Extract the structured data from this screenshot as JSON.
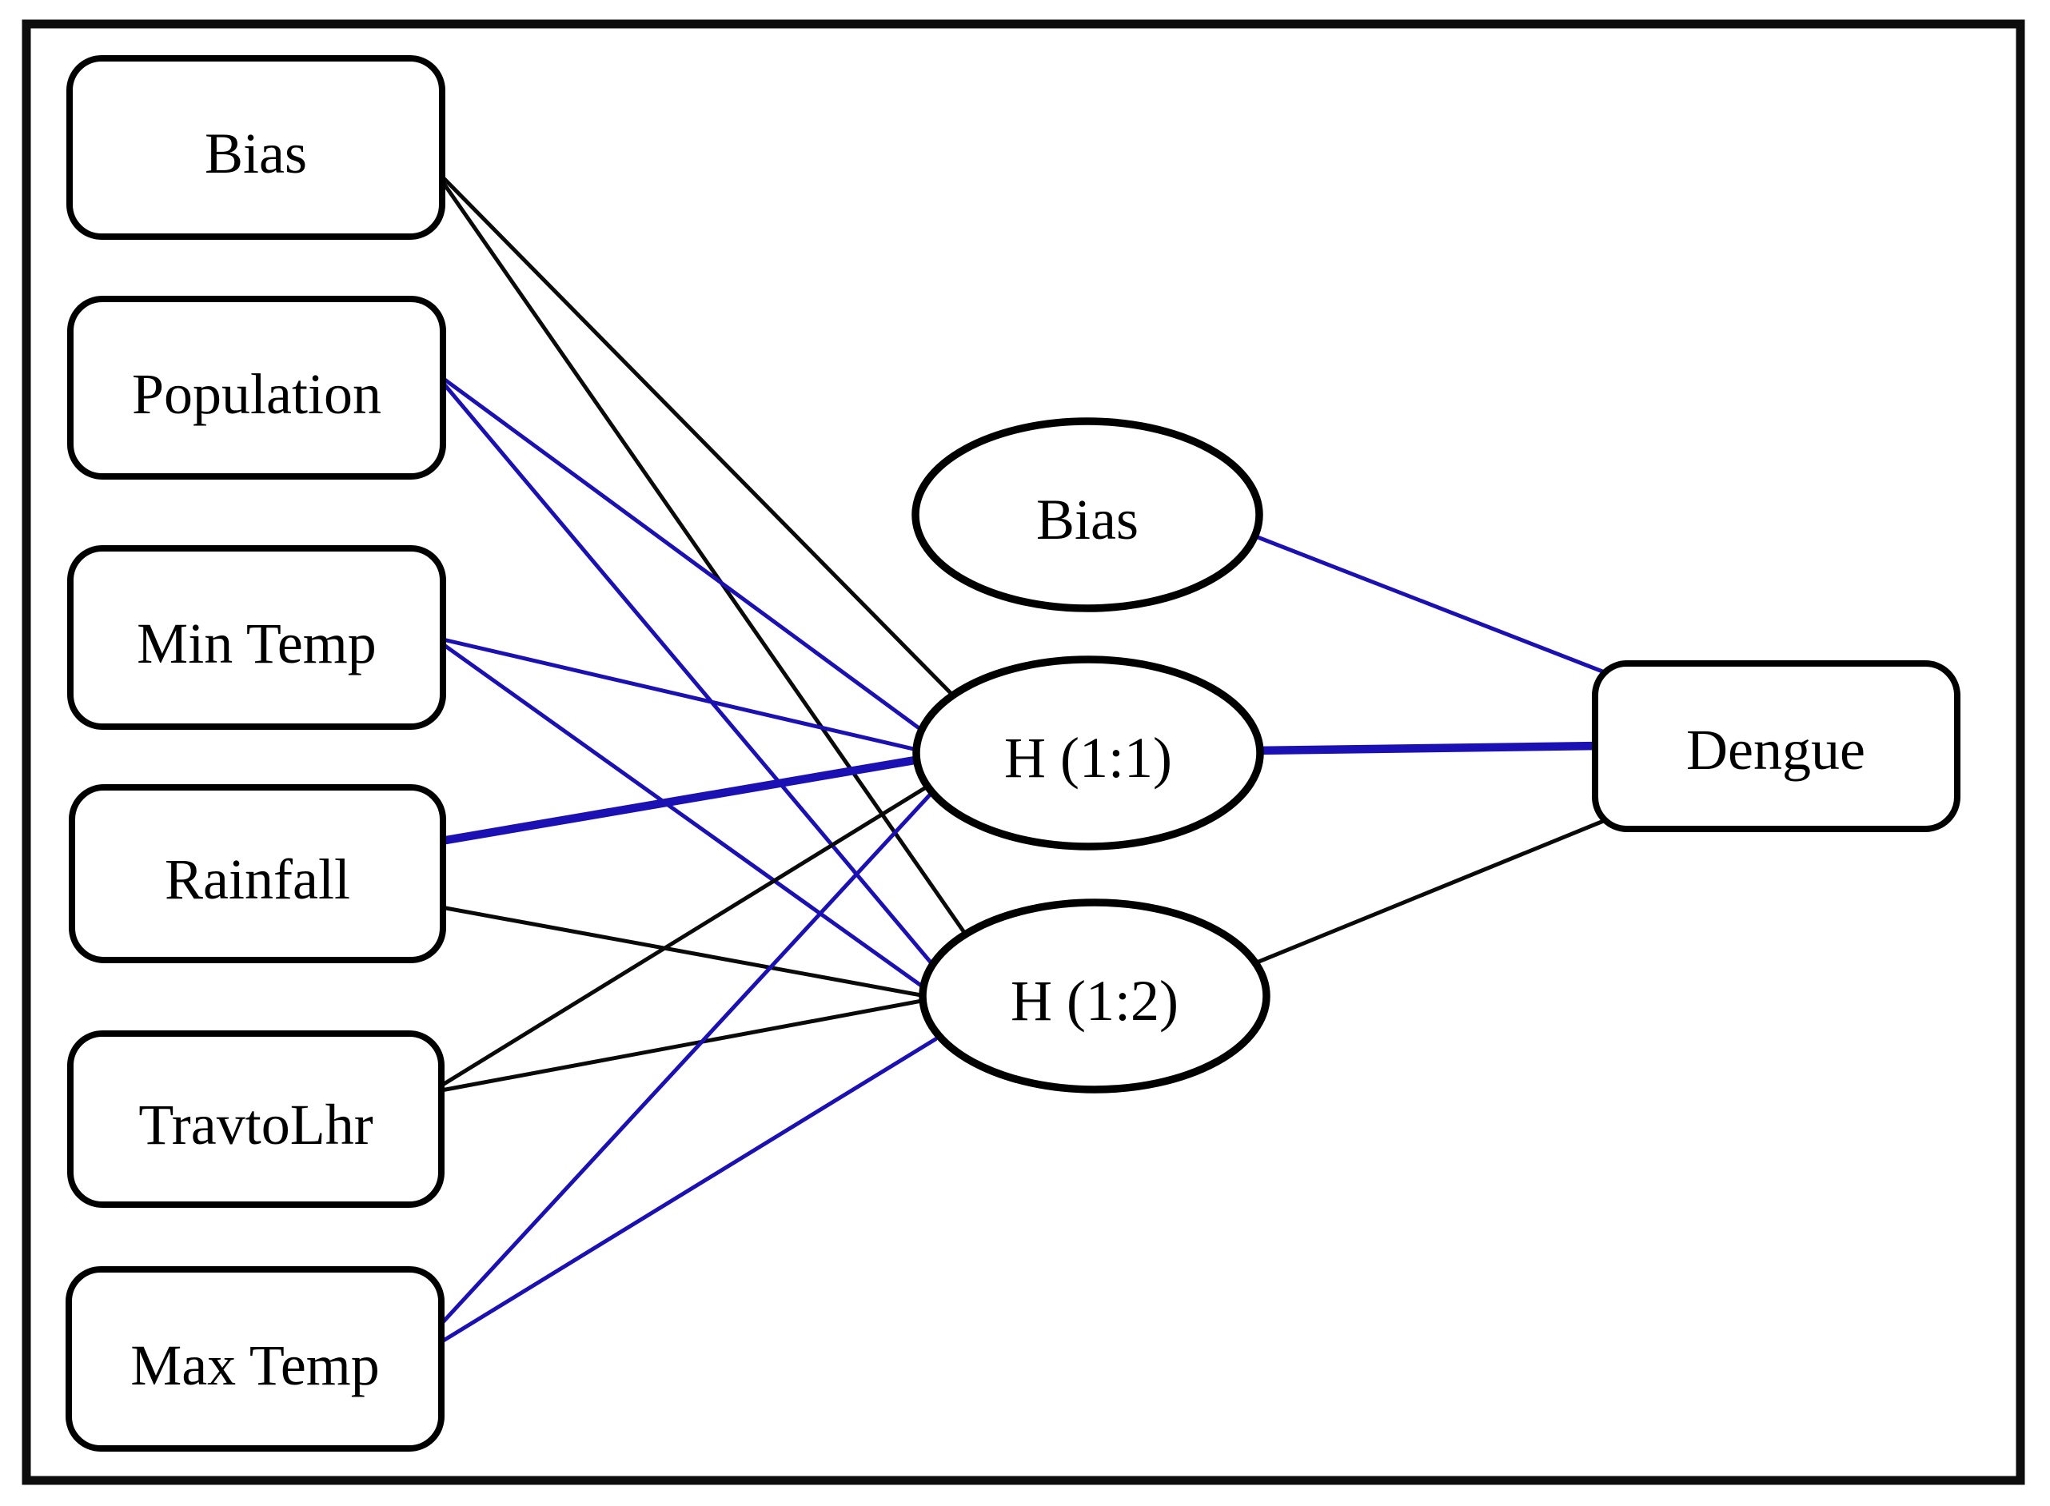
{
  "diagram": {
    "type": "neural-network",
    "colors": {
      "positive_edge_blue": "#1b10b3",
      "negative_edge_black": "#0a0a0a",
      "node_fill": "#ffffff",
      "node_stroke": "#000000",
      "frame": "#0d0d0d"
    },
    "input_nodes": [
      {
        "id": "bias_input",
        "label": "Bias"
      },
      {
        "id": "population",
        "label": "Population"
      },
      {
        "id": "min_temp",
        "label": "Min Temp"
      },
      {
        "id": "rainfall",
        "label": "Rainfall"
      },
      {
        "id": "travtolhr",
        "label": "TravtoLhr"
      },
      {
        "id": "max_temp",
        "label": "Max Temp"
      }
    ],
    "hidden_nodes": [
      {
        "id": "bias_hidden",
        "label": "Bias"
      },
      {
        "id": "h11",
        "label": "H (1:1)"
      },
      {
        "id": "h12",
        "label": "H (1:2)"
      }
    ],
    "output_nodes": [
      {
        "id": "dengue",
        "label": "Dengue"
      }
    ],
    "edges": [
      {
        "from": "bias_input",
        "to": "h11",
        "color": "black",
        "thick": false
      },
      {
        "from": "bias_input",
        "to": "h12",
        "color": "black",
        "thick": false
      },
      {
        "from": "population",
        "to": "h11",
        "color": "blue",
        "thick": false
      },
      {
        "from": "population",
        "to": "h12",
        "color": "blue",
        "thick": false
      },
      {
        "from": "min_temp",
        "to": "h11",
        "color": "blue",
        "thick": false
      },
      {
        "from": "min_temp",
        "to": "h12",
        "color": "blue",
        "thick": false
      },
      {
        "from": "rainfall",
        "to": "h11",
        "color": "blue",
        "thick": true
      },
      {
        "from": "rainfall",
        "to": "h12",
        "color": "black",
        "thick": false
      },
      {
        "from": "travtolhr",
        "to": "h11",
        "color": "black",
        "thick": false
      },
      {
        "from": "travtolhr",
        "to": "h12",
        "color": "black",
        "thick": false
      },
      {
        "from": "max_temp",
        "to": "h11",
        "color": "blue",
        "thick": false
      },
      {
        "from": "max_temp",
        "to": "h12",
        "color": "blue",
        "thick": false
      },
      {
        "from": "bias_hidden",
        "to": "dengue",
        "color": "blue",
        "thick": false
      },
      {
        "from": "h11",
        "to": "dengue",
        "color": "blue",
        "thick": true
      },
      {
        "from": "h12",
        "to": "dengue",
        "color": "black",
        "thick": false
      }
    ]
  }
}
